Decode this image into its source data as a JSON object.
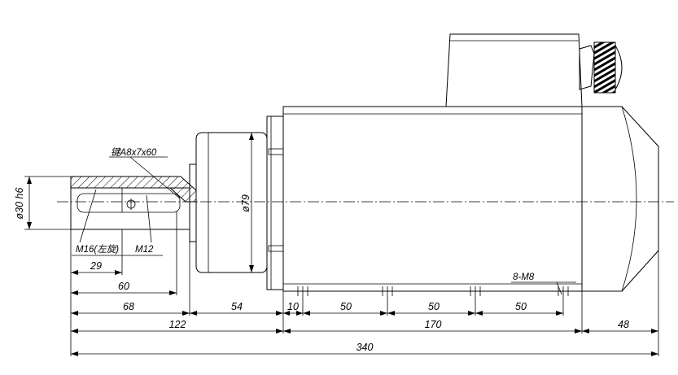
{
  "drawing": {
    "shaft_diameter": "ø30 h6",
    "flange_diameter": "ø79",
    "key_label": "键A8x7x60",
    "thread_left": "M16(左旋)",
    "thread_inner": "M12",
    "mount_holes": "8-M8",
    "dimensions": {
      "d_29": "29",
      "d_60": "60",
      "d_68": "68",
      "d_54": "54",
      "d_10": "10",
      "d_50a": "50",
      "d_50b": "50",
      "d_50c": "50",
      "d_122": "122",
      "d_170": "170",
      "d_48": "48",
      "d_340": "340"
    }
  }
}
